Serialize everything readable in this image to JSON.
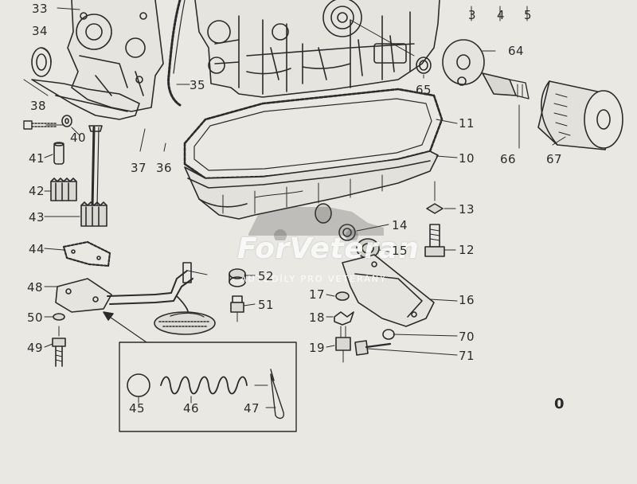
{
  "diagram": {
    "callouts": {
      "c3": "3",
      "c4": "4",
      "c5": "5",
      "c33": "33",
      "c34": "34",
      "c35": "35",
      "c36": "36",
      "c37": "37",
      "c38": "38",
      "c40": "40",
      "c41": "41",
      "c42": "42",
      "c43": "43",
      "c44": "44",
      "c45": "45",
      "c46": "46",
      "c47": "47",
      "c48": "48",
      "c49": "49",
      "c50": "50",
      "c51": "51",
      "c52": "52",
      "c10": "10",
      "c11": "11",
      "c12": "12",
      "c13": "13",
      "c14": "14",
      "c15": "15",
      "c16": "16",
      "c17": "17",
      "c18": "18",
      "c19": "19",
      "c64": "64",
      "c65": "65",
      "c66": "66",
      "c67": "67",
      "c70": "70",
      "c71": "71"
    },
    "page_mark": "0",
    "watermark": {
      "title": "ForVeteran",
      "subtitle": "AUTODÍLY PRO VETERÁNY"
    },
    "colors": {
      "paper": "#e9e8e3",
      "ink": "#2b2b2b",
      "watermark": "#ffffff"
    }
  }
}
